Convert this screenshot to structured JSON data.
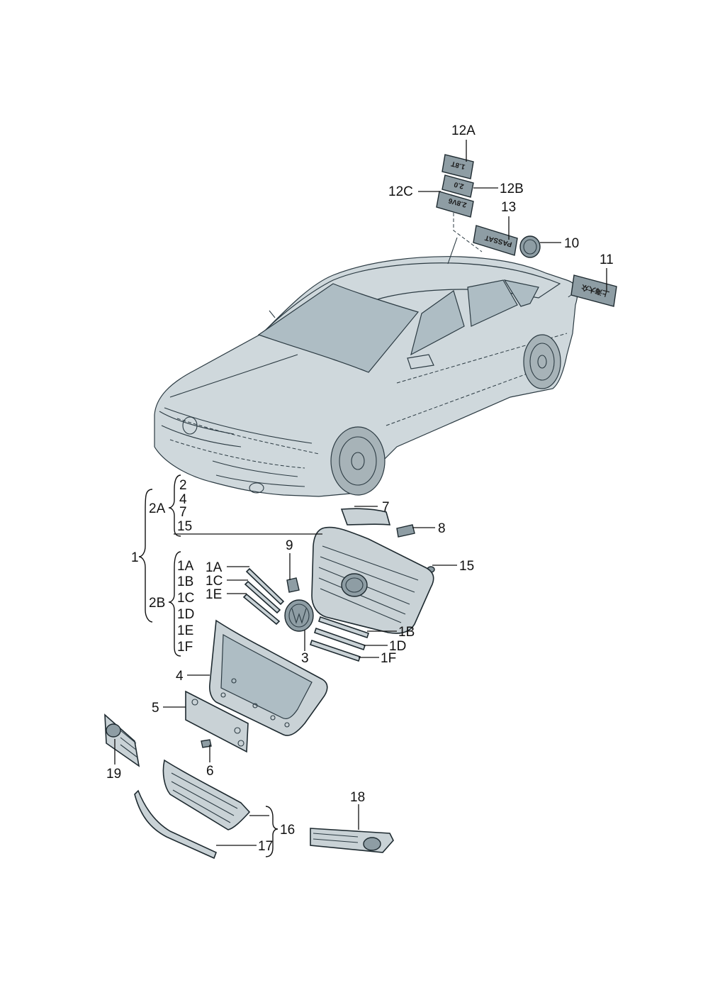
{
  "labels": {
    "l12a": "12A",
    "l12b": "12B",
    "l12c": "12C",
    "l13": "13",
    "l10": "10",
    "l11": "11",
    "l2": "2",
    "l4": "4",
    "l7a": "7",
    "l15a": "15",
    "l2a": "2A",
    "l1": "1",
    "l2b": "2B",
    "l1a_list": "1A",
    "l1b_list": "1B",
    "l1c_list": "1C",
    "l1d_list": "1D",
    "l1e_list": "1E",
    "l1f_list": "1F",
    "l7": "7",
    "l8": "8",
    "l9": "9",
    "l15": "15",
    "l1a": "1A",
    "l1c": "1C",
    "l1e": "1E",
    "l1b": "1B",
    "l1d": "1D",
    "l1f": "1F",
    "l3": "3",
    "l4b": "4",
    "l5": "5",
    "l6": "6",
    "l19": "19",
    "l18": "18",
    "l16": "16",
    "l17": "17"
  },
  "badges": {
    "b12a": "1.8T",
    "b12b": "2.0",
    "b12c": "2.8V6",
    "b13": "PASSAT",
    "b11": "上海大众"
  }
}
